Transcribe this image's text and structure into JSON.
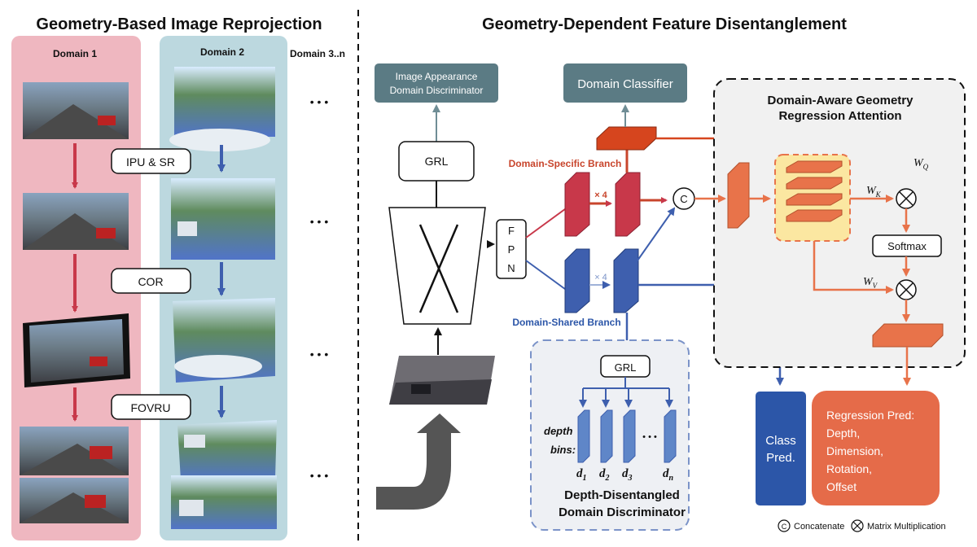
{
  "left_title": "Geometry-Based Image Reprojection",
  "right_title": "Geometry-Dependent Feature Disentanglement",
  "domains": {
    "d1": "Domain 1",
    "d2": "Domain 2",
    "d3": "Domain 3..n"
  },
  "ellipsis": "• • •",
  "steps": {
    "s1": "IPU & SR",
    "s2": "COR",
    "s3": "FOVRU"
  },
  "boxes": {
    "img_disc_l1": "Image Appearance",
    "img_disc_l2": "Domain Discriminator",
    "domain_classifier": "Domain Classifier",
    "grl": "GRL",
    "fpn_f": "F",
    "fpn_p": "P",
    "fpn_n": "N",
    "concat": "C",
    "softmax": "Softmax",
    "class_l1": "Class",
    "class_l2": "Pred.",
    "reg_l1": "Regression Pred:",
    "reg_l2": "Depth,",
    "reg_l3": "Dimension,",
    "reg_l4": "Rotation,",
    "reg_l5": "Offset"
  },
  "branches": {
    "specific": "Domain-Specific Branch",
    "shared": "Domain-Shared Branch",
    "times4": "× 4"
  },
  "attention": {
    "l1": "Domain-Aware Geometry",
    "l2": "Regression Attention"
  },
  "weights": {
    "wq": "W",
    "wq_sub": "Q",
    "wk": "W",
    "wk_sub": "K",
    "wv": "W",
    "wv_sub": "V"
  },
  "depth": {
    "label1": "depth",
    "label2": "bins:",
    "d": "d",
    "d1": "1",
    "d2": "2",
    "d3": "3",
    "dn": "n",
    "dots": "• • •",
    "title1": "Depth-Disentangled",
    "title2": "Domain Discriminator"
  },
  "legend": {
    "concat": "Concatenate",
    "matmul": "Matrix Multiplication",
    "c": "C"
  },
  "colors": {
    "red": "#c8384a",
    "blue": "#3e5fae",
    "orange": "#e8734a",
    "teal": "#5b7b84",
    "pink_bg": "#efb7c0",
    "blue_bg": "#bcd8df",
    "navy": "#2c56a8"
  }
}
